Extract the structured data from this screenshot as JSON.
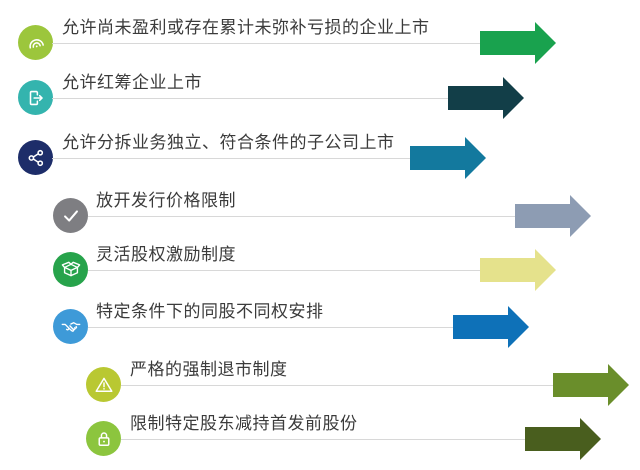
{
  "canvas": {
    "background": "#ffffff",
    "line_color": "#d8d8d8",
    "text_color": "#3b3b3b"
  },
  "items": [
    {
      "label": "允许尚未盈利或存在累计未弥补亏损的企业上市",
      "icon": "signal-arcs-icon",
      "icon_color": "#9cc63c",
      "arrow_color": "#19a24e"
    },
    {
      "label": "允许红筹企业上市",
      "icon": "logout-icon",
      "icon_color": "#34b4ae",
      "arrow_color": "#123e48"
    },
    {
      "label": "允许分拆业务独立、符合条件的子公司上市",
      "icon": "share-icon",
      "icon_color": "#1d2d69",
      "arrow_color": "#13799e"
    },
    {
      "label": "放开发行价格限制",
      "icon": "check-icon",
      "icon_color": "#7e7e82",
      "arrow_color": "#8d9cb3"
    },
    {
      "label": "灵活股权激励制度",
      "icon": "open-box-icon",
      "icon_color": "#27a34b",
      "arrow_color": "#e5e28c"
    },
    {
      "label": "特定条件下的同股不同权安排",
      "icon": "handshake-icon",
      "icon_color": "#3e9ad8",
      "arrow_color": "#0e71b8"
    },
    {
      "label": "严格的强制退市制度",
      "icon": "warning-icon",
      "icon_color": "#b9c832",
      "arrow_color": "#6a8e2b"
    },
    {
      "label": "限制特定股东减持首发前股份",
      "icon": "lock-icon",
      "icon_color": "#8cc53e",
      "arrow_color": "#495e1e"
    }
  ]
}
